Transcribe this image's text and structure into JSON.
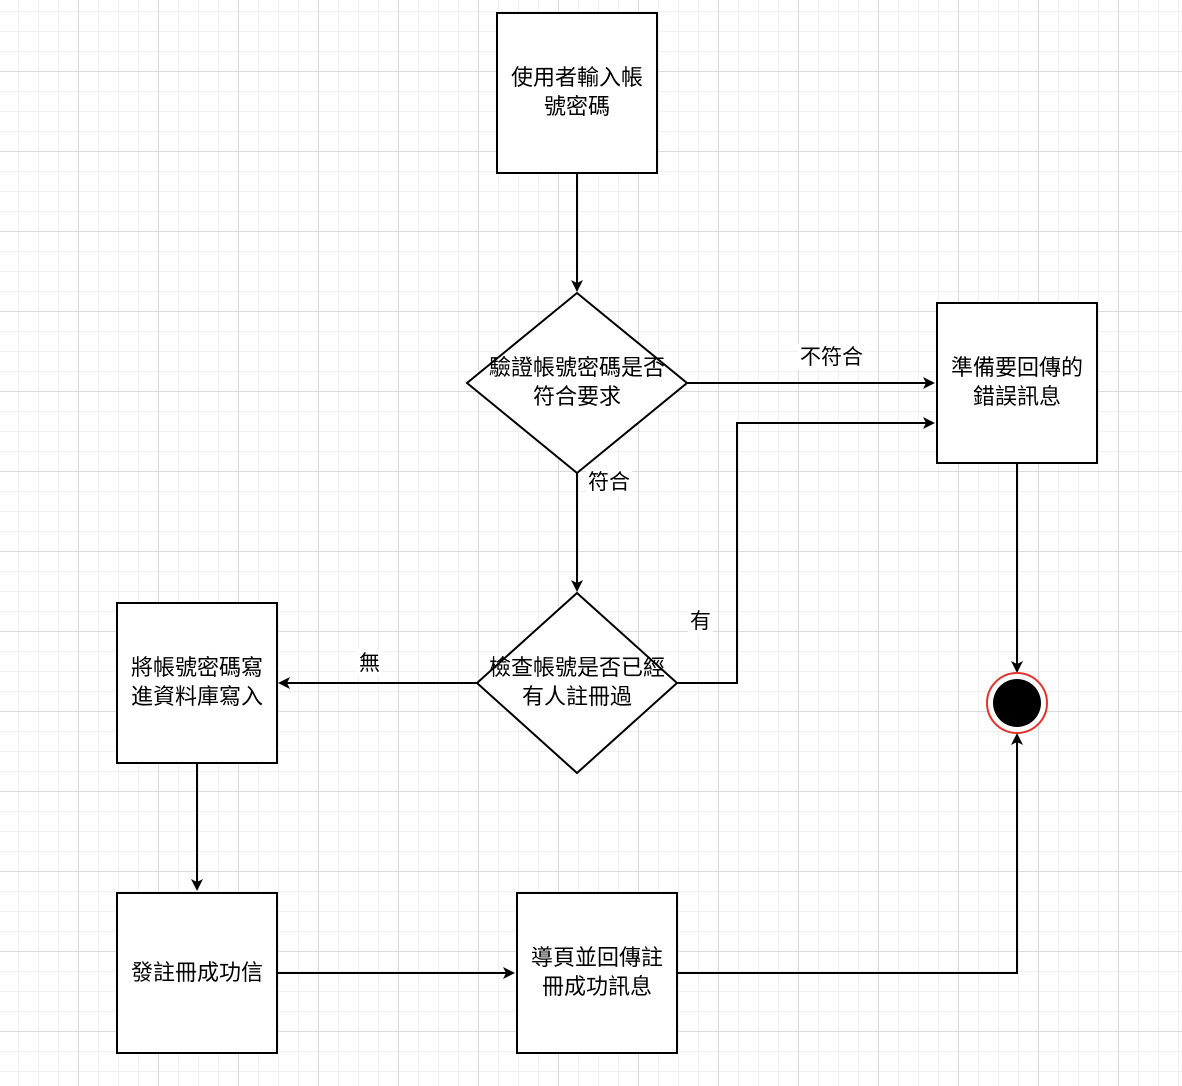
{
  "nodes": {
    "input": {
      "label": "使用者輸入帳\n號密碼"
    },
    "validate": {
      "label": "驗證帳號密碼是否\n符合要求"
    },
    "error": {
      "label": "準備要回傳的\n錯誤訊息"
    },
    "check_exists": {
      "label": "檢查帳號是否已經\n有人註冊過"
    },
    "write_db": {
      "label": "將帳號密碼寫\n進資料庫寫入"
    },
    "send_mail": {
      "label": "發註冊成功信"
    },
    "redirect": {
      "label": "導頁並回傳註\n冊成功訊息"
    }
  },
  "edges": {
    "not_valid": "不符合",
    "valid": "符合",
    "exists": "有",
    "not_exists": "無"
  },
  "colors": {
    "stroke": "#000000",
    "end_ring": "#e0332b",
    "end_fill": "#000000"
  }
}
